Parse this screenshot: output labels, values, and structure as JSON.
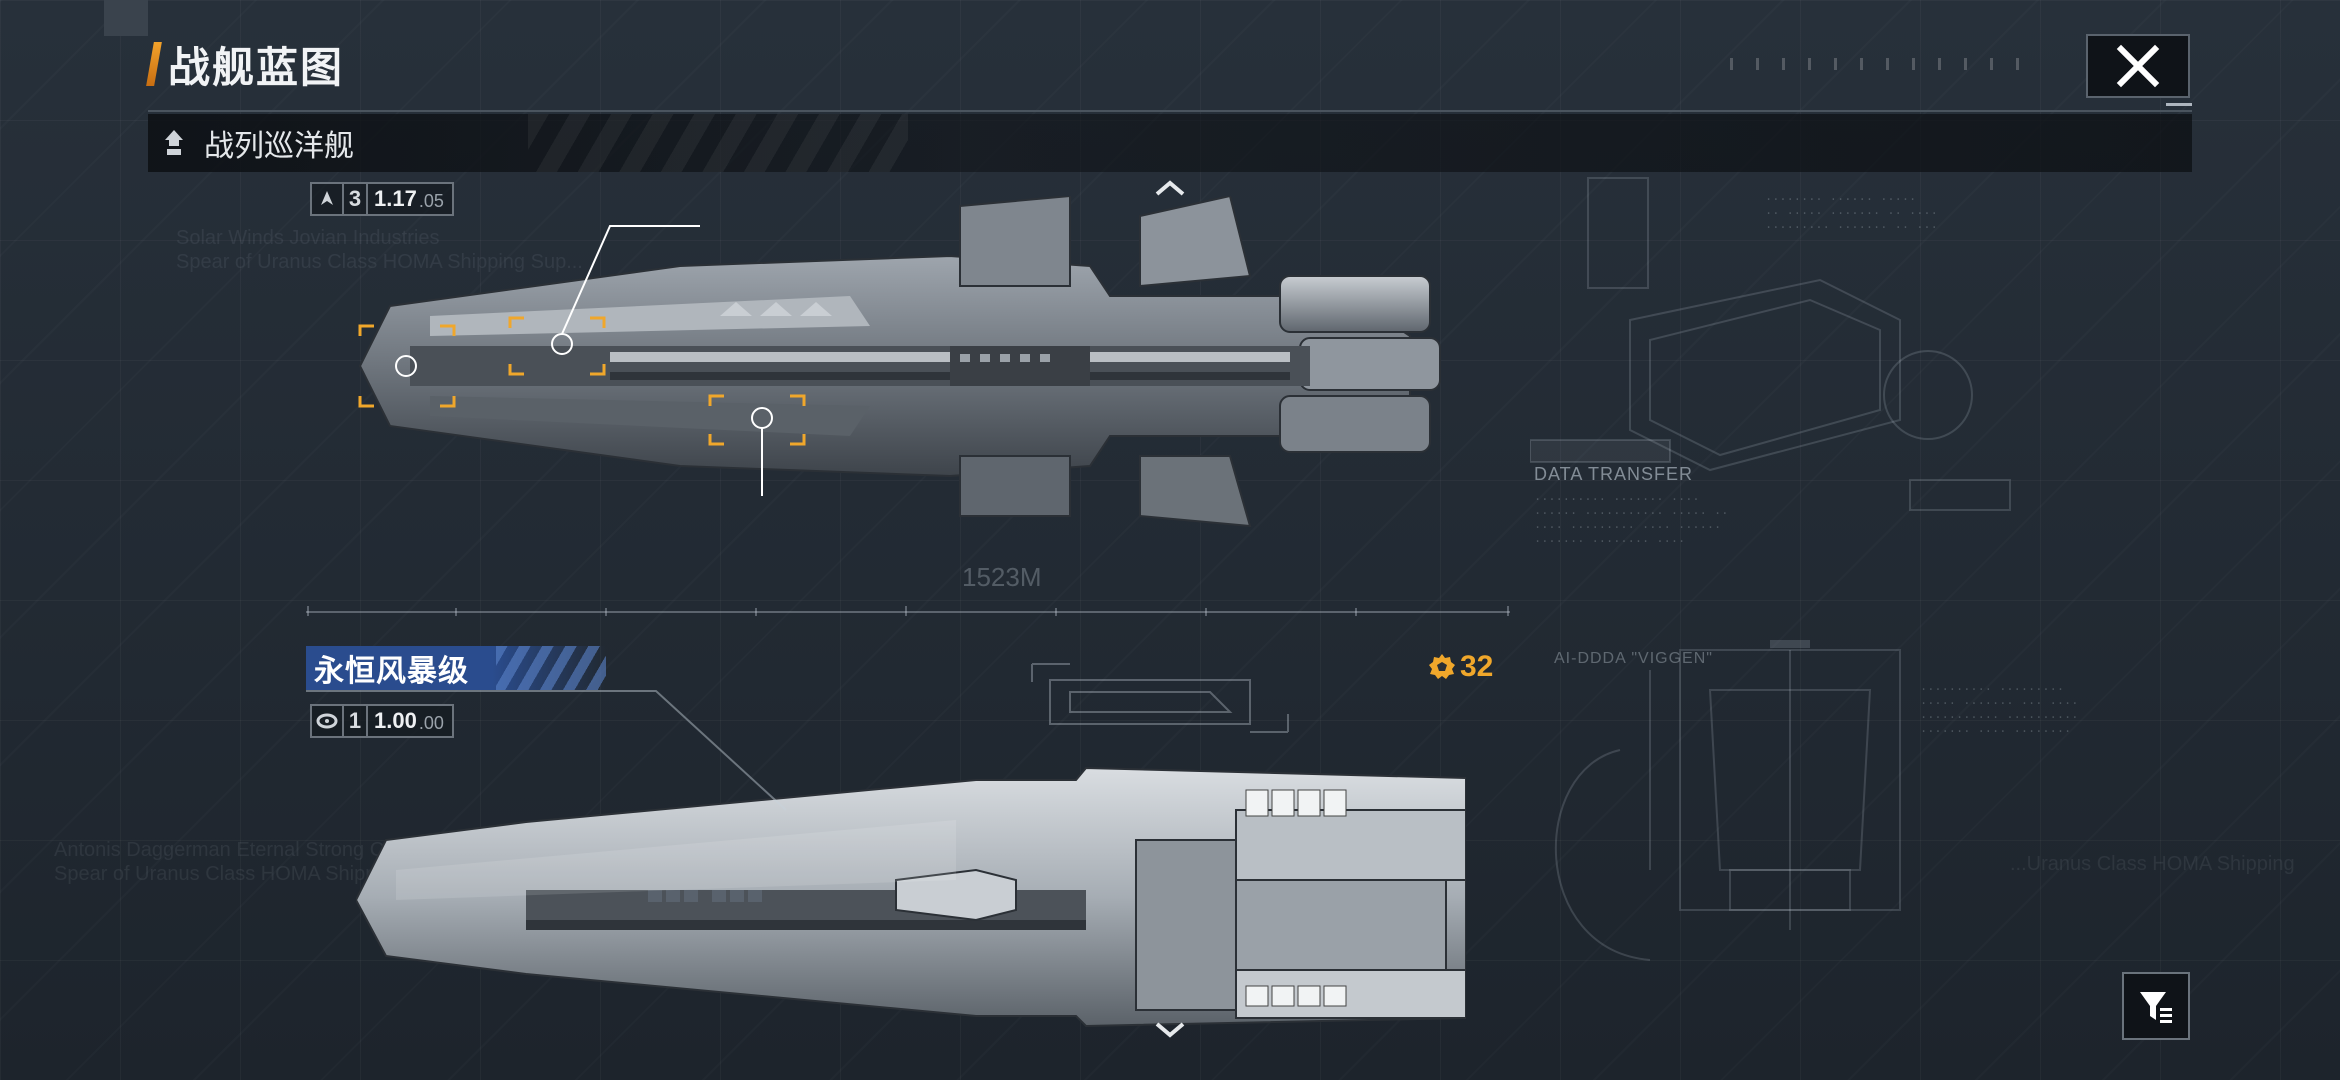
{
  "header": {
    "title": "战舰蓝图",
    "category": "战列巡洋舰"
  },
  "ships": [
    {
      "name": "",
      "tier": "3",
      "stat_main": "1.17",
      "stat_minor": ".05"
    },
    {
      "name": "永恒风暴级",
      "tier": "1",
      "stat_main": "1.00",
      "stat_minor": ".00",
      "cost": "32"
    }
  ],
  "blueprint": {
    "length_label": "1523M",
    "data_transfer": "DATA TRANSFER",
    "designation": "AI-DDDA \"VIGGEN\"",
    "faint_lines": [
      "Solar Winds Jovian Industries",
      "Spear of Uranus Class HOMA Shipping Sup..."
    ],
    "faint_lines_2": [
      "Antonis Daggerman Eternal Strong Cruise",
      "Spear of Uranus Class HOMA Shipping B..."
    ],
    "faint_right": "...Uranus Class HOMA Shipping"
  },
  "colors": {
    "accent": "#f0a72b",
    "name_tag": "#2a4c8e",
    "background": "#242c35"
  },
  "icons": {
    "close": "close-icon",
    "filter": "filter-icon",
    "category": "battlecruiser-icon",
    "cost": "cost-gear-icon"
  }
}
